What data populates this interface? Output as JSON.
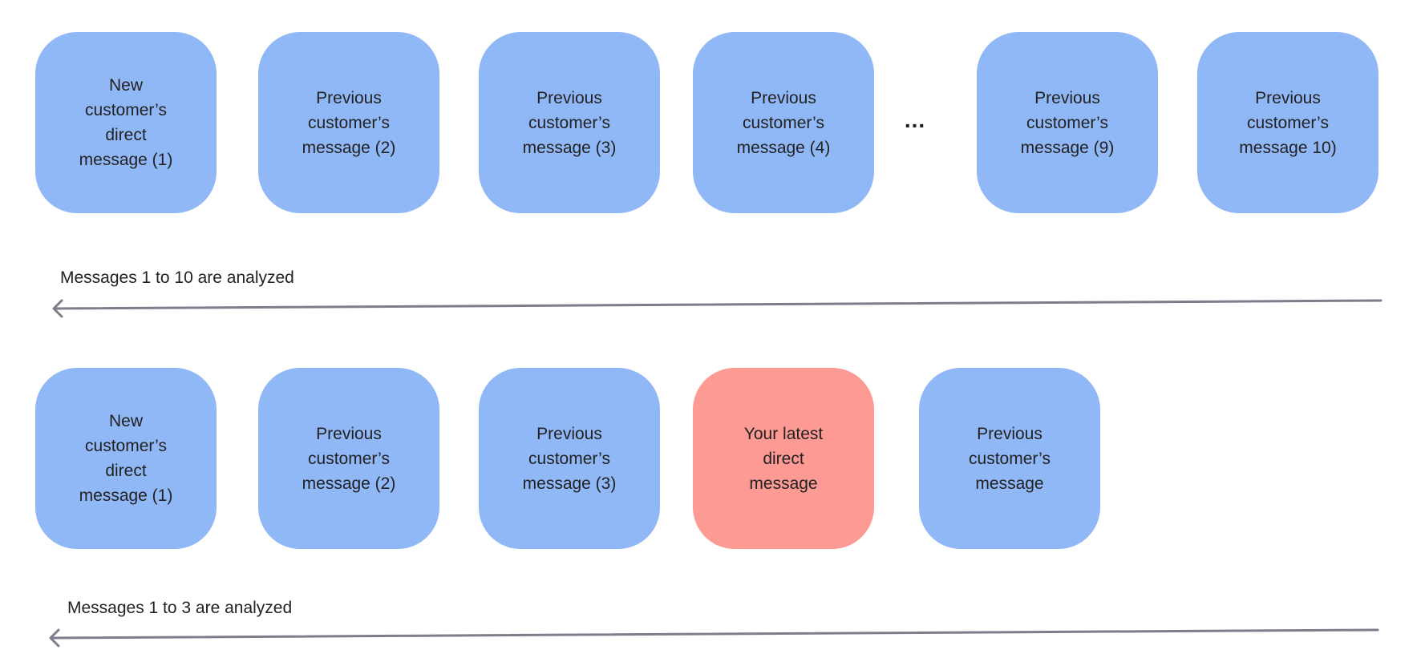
{
  "rows": [
    {
      "cards": [
        {
          "label": "New\ncustomer’s\ndirect\nmessage (1)",
          "highlight": false
        },
        {
          "label": "Previous\ncustomer’s\nmessage (2)",
          "highlight": false
        },
        {
          "label": "Previous\ncustomer’s\nmessage (3)",
          "highlight": false
        },
        {
          "label": "Previous\ncustomer’s\nmessage (4)",
          "highlight": false
        },
        {
          "label": "Previous\ncustomer’s\nmessage (9)",
          "highlight": false
        },
        {
          "label": "Previous\ncustomer’s\nmessage 10)",
          "highlight": false
        }
      ],
      "ellipsis": "...",
      "caption": "Messages 1 to 10 are analyzed"
    },
    {
      "cards": [
        {
          "label": "New\ncustomer’s\ndirect\nmessage (1)",
          "highlight": false
        },
        {
          "label": "Previous\ncustomer’s\nmessage (2)",
          "highlight": false
        },
        {
          "label": "Previous\ncustomer’s\nmessage (3)",
          "highlight": false
        },
        {
          "label": "Your latest\ndirect\nmessage",
          "highlight": true
        },
        {
          "label": "Previous\ncustomer’s\nmessage",
          "highlight": false
        }
      ],
      "caption": "Messages 1 to 3 are analyzed"
    }
  ],
  "colors": {
    "card_default": "#90b7f6",
    "card_highlight": "#fd9a94",
    "arrow": "#7c7e8c",
    "text": "#222222"
  }
}
